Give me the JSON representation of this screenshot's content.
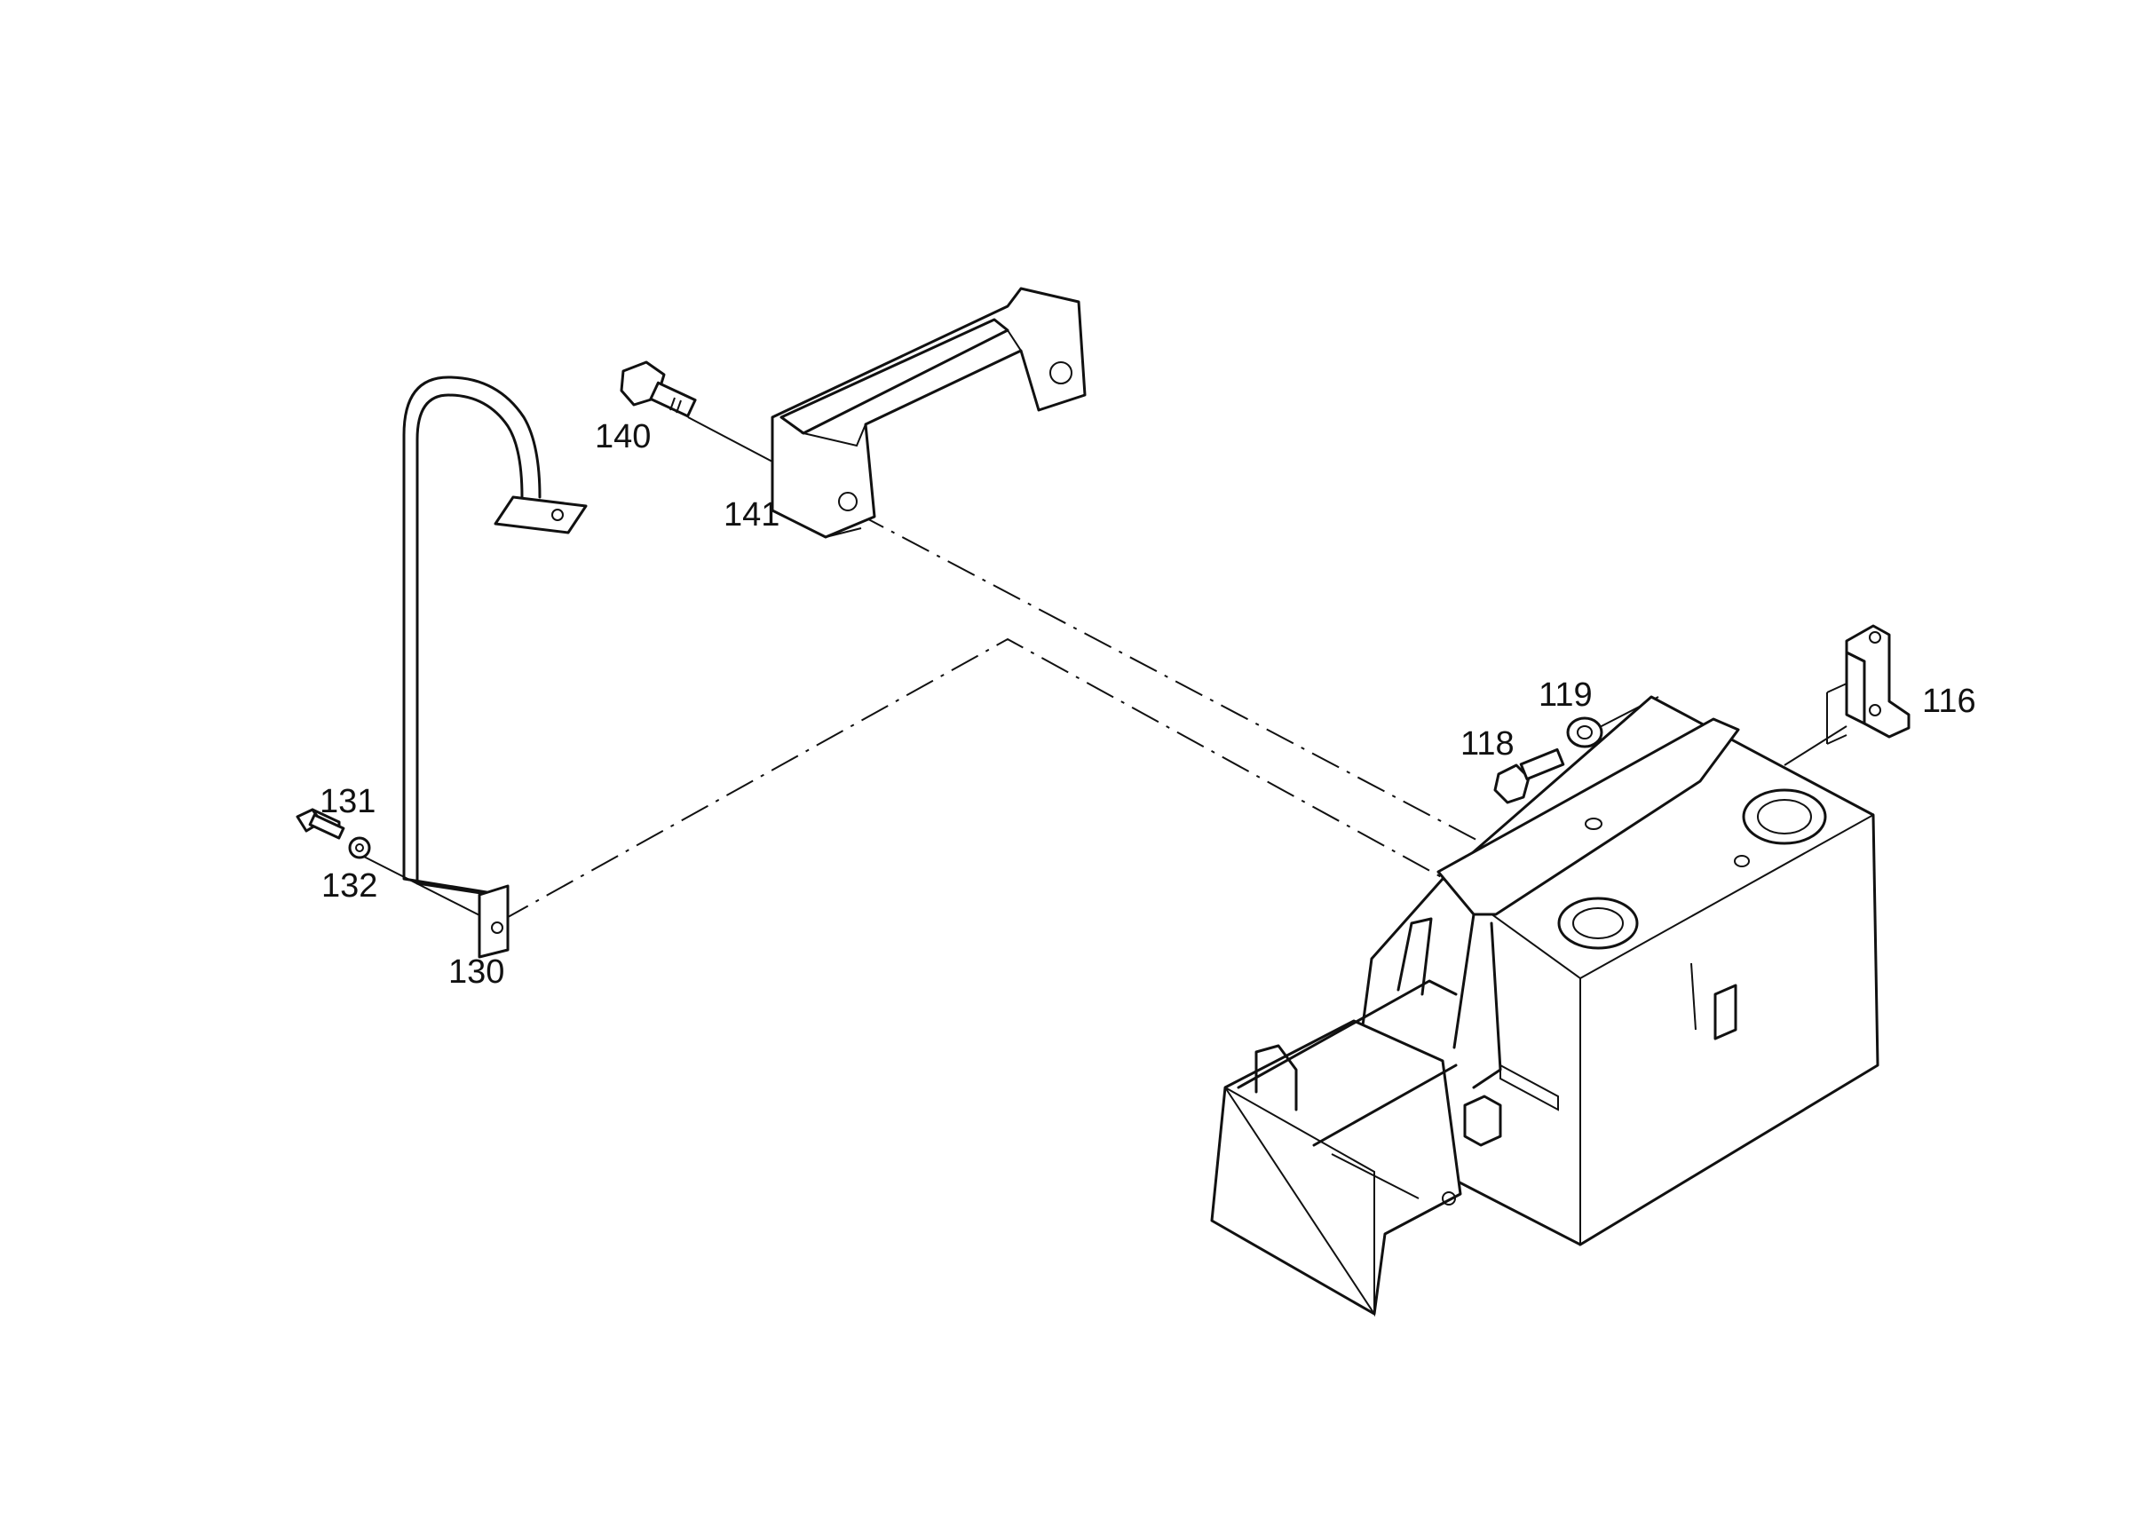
{
  "diagram": {
    "parts": [
      {
        "id": "p116",
        "label": "116"
      },
      {
        "id": "p118",
        "label": "118"
      },
      {
        "id": "p119",
        "label": "119"
      },
      {
        "id": "p130",
        "label": "130"
      },
      {
        "id": "p131",
        "label": "131"
      },
      {
        "id": "p132",
        "label": "132"
      },
      {
        "id": "p140",
        "label": "140"
      },
      {
        "id": "p141",
        "label": "141"
      }
    ]
  }
}
